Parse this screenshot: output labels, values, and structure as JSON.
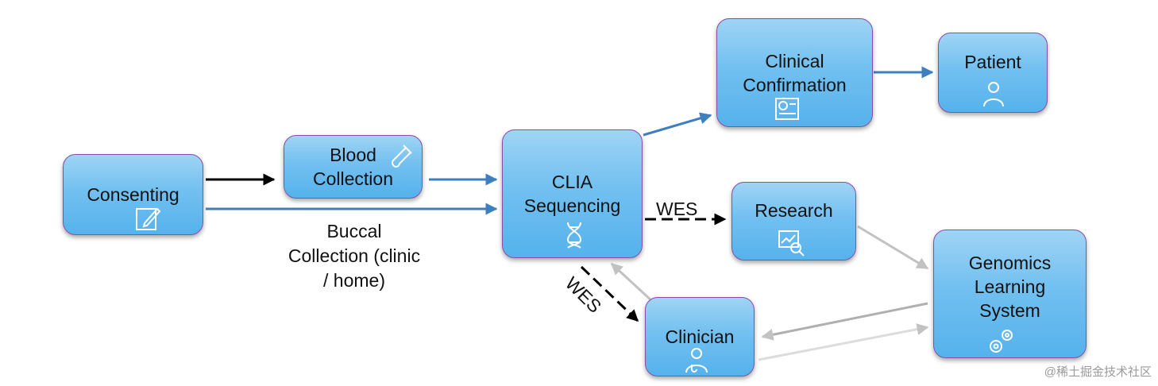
{
  "nodes": {
    "consenting": "Consenting",
    "blood_collection": "Blood\nCollection",
    "clia_sequencing": "CLIA\nSequencing",
    "clinical_confirmation": "Clinical\nConfirmation",
    "patient": "Patient",
    "research": "Research",
    "clinician": "Clinician",
    "genomics_learning_system": "Genomics\nLearning\nSystem"
  },
  "edge_labels": {
    "buccal": "Buccal\nCollection (clinic\n/ home)",
    "wes_research": "WES",
    "wes_clinician": "WES"
  },
  "icons": {
    "consenting": "edit-icon",
    "blood_collection": "test-tube-icon",
    "clia_sequencing": "dna-icon",
    "clinical_confirmation": "report-icon",
    "patient": "patient-icon",
    "research": "data-search-icon",
    "clinician": "doctor-icon",
    "genomics_learning_system": "gears-icon"
  },
  "colors": {
    "node_fill": "#6cbdf0",
    "node_border": "#8a4ca6",
    "blue_arrow": "#3f7fbf",
    "black_arrow": "#000000",
    "gray_arrow": "#b8b8b8"
  },
  "watermark": "@稀土掘金技术社区"
}
